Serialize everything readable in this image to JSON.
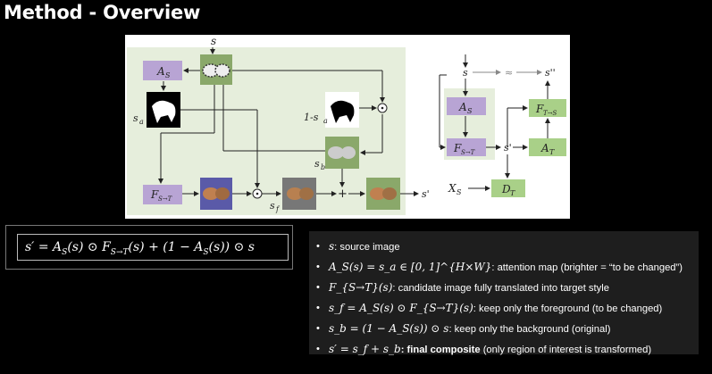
{
  "title": "Method - Overview",
  "diagram": {
    "labels": {
      "s_top": "s",
      "A_S": "A",
      "A_S_sub": "S",
      "s_a": "s",
      "s_a_sub": "a",
      "one_minus_sa": "1-s",
      "one_minus_sa_sub": "a",
      "s_b": "s",
      "s_b_sub": "b",
      "F": "F",
      "F_sub": "S→T",
      "s_f": "s",
      "s_f_sub": "f",
      "odot": "⊙",
      "plus": "+",
      "s_prime": "s'",
      "r_s": "s",
      "r_approx": "≈",
      "r_s2": "s''",
      "r_A": "A",
      "r_A_sub": "S",
      "r_F": "F",
      "r_F_sub": "S→T",
      "r_FT": "F",
      "r_FT_sub": "T→S",
      "r_sprime": "s'",
      "r_AT": "A",
      "r_AT_sub": "T",
      "r_X": "X",
      "r_X_sub": "S",
      "r_D": "D",
      "r_D_sub": "T"
    },
    "colors": {
      "bg_green": "#e6eedc",
      "purple": "#b8a4d4",
      "green_box": "#a9d088"
    }
  },
  "formula": {
    "lhs": "s′",
    "eq": "=",
    "t1": "A",
    "t1_sub": "S",
    "t1_arg": "(s)",
    "odot1": "⊙",
    "t2": "F",
    "t2_sub": "S→T",
    "t2_arg": "(s)",
    "plus": "+",
    "t3": "(1 − A",
    "t3_sub": "S",
    "t3_arg": "(s))",
    "odot2": "⊙",
    "t4": "s"
  },
  "notes": [
    {
      "math": "s",
      "text": ": source image"
    },
    {
      "math": "A_S(s) = s_a ∈ [0, 1]^{H×W}",
      "text": ": attention map (brighter = “to be changed”)"
    },
    {
      "math": "F_{S→T}(s)",
      "text": ": candidate image fully translated into target style"
    },
    {
      "math": "s_f = A_S(s) ⊙ F_{S→T}(s)",
      "text": ": keep only the foreground (to be changed)"
    },
    {
      "math": "s_b = (1 − A_S(s)) ⊙ s",
      "text": ": keep only the background (original)"
    },
    {
      "math": "s′ = s_f + s_b",
      "bold": ": final composite",
      "text": " (only region of interest is transformed)"
    }
  ]
}
